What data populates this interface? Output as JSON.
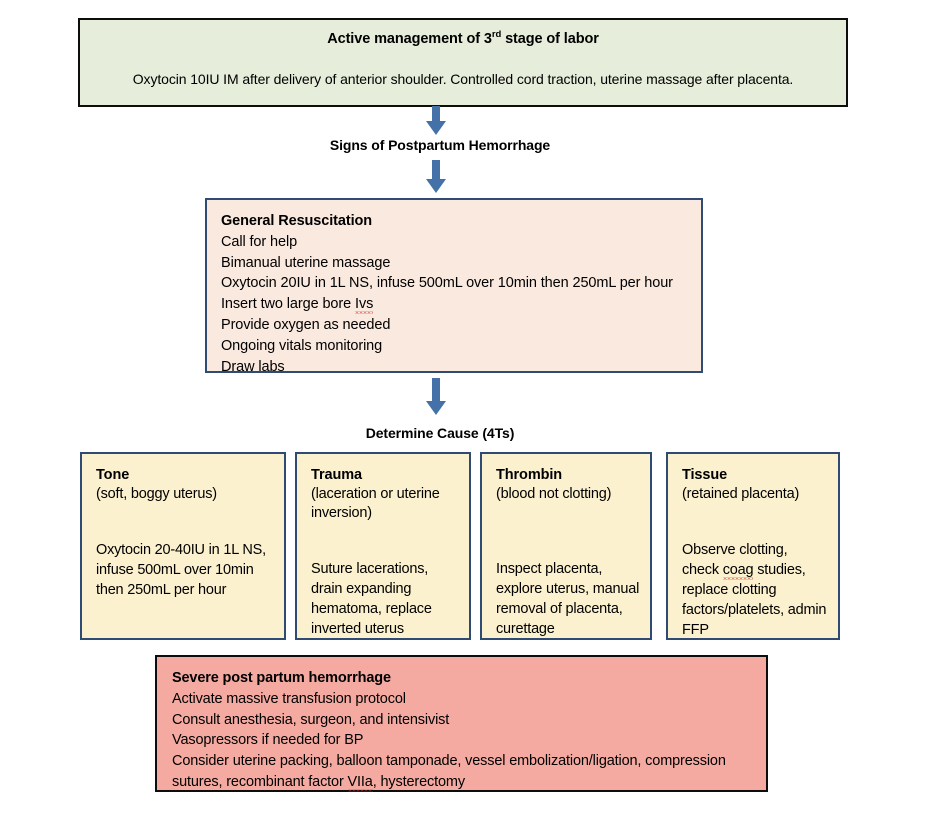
{
  "flowchart": {
    "title": "Postpartum Hemorrhage Management Flowchart",
    "colors": {
      "green_fill": "#e6edda",
      "peach_fill": "#fae9df",
      "cream_fill": "#fcf1ce",
      "salmon_fill": "#f5aaa1",
      "navy_border": "#2f4b74",
      "black_border": "#0d0d0d",
      "arrow_blue": "#4472a8"
    },
    "active_management": {
      "title_prefix": "Active management of 3",
      "title_sup": "rd",
      "title_suffix": " stage of labor",
      "body": "Oxytocin 10IU IM after delivery of anterior shoulder. Controlled cord traction, uterine massage after placenta."
    },
    "connector_signs_label": "Signs of Postpartum Hemorrhage",
    "connector_determine_label": "Determine Cause (4Ts)",
    "general_resuscitation": {
      "title": "General Resuscitation",
      "items": [
        "Call for help",
        "Bimanual uterine massage",
        "Oxytocin 20IU in 1L NS, infuse 500mL over 10min then 250mL per hour",
        "Insert two large bore Ivs",
        "Provide oxygen as needed",
        "Ongoing vitals monitoring",
        "Draw labs"
      ],
      "misspelled_word": "Ivs"
    },
    "causes": [
      {
        "name": "Tone",
        "subtitle": "(soft, boggy uterus)",
        "body": "Oxytocin 20-40IU in 1L NS, infuse 500mL over 10min then 250mL per hour"
      },
      {
        "name": "Trauma",
        "subtitle": "(laceration or uterine inversion)",
        "body": "Suture lacerations, drain expanding hematoma, replace inverted uterus"
      },
      {
        "name": "Thrombin",
        "subtitle": "(blood not clotting)",
        "body": "Inspect placenta, explore uterus, manual removal of placenta, curettage"
      },
      {
        "name": "Tissue",
        "subtitle": "(retained placenta)",
        "body_pre": "Observe clotting, check ",
        "body_spell": "coag",
        "body_post": " studies, replace clotting factors/platelets, admin FFP"
      }
    ],
    "severe_pph": {
      "title": "Severe post partum hemorrhage",
      "items": [
        "Activate massive transfusion protocol",
        "Consult anesthesia, surgeon, and intensivist",
        "Vasopressors if needed for BP"
      ],
      "last_line_pre": "Consider uterine packing, balloon tamponade, vessel embolization/ligation, compression sutures, recombinant factor ",
      "last_line_spell": "VIIa",
      "last_line_post": ", hysterectomy"
    }
  }
}
